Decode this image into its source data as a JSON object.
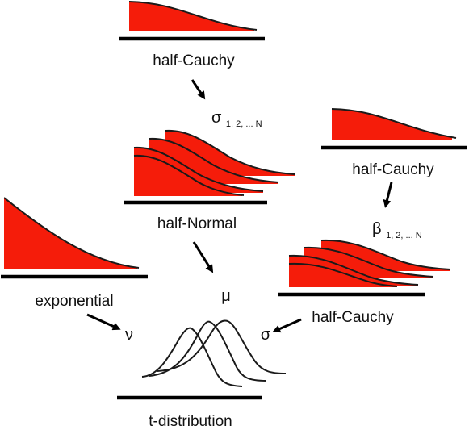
{
  "colors": {
    "fill": "#f51c0a",
    "line": "#1a1a1a",
    "text": "#111111"
  },
  "labels": {
    "halfcauchy_top": "half-Cauchy",
    "halfcauchy_right": "half-Cauchy",
    "halfnormal": "half-Normal",
    "exponential": "exponential",
    "halfcauchy_bottom": "half-Cauchy",
    "tdist": "t-distribution"
  },
  "params": {
    "sigma_group": {
      "symbol": "σ",
      "sub": "1, 2, ... N"
    },
    "beta_group": {
      "symbol": "β",
      "sub": "1, 2, ... N"
    },
    "mu": "μ",
    "nu": "ν",
    "sigma": "σ"
  }
}
